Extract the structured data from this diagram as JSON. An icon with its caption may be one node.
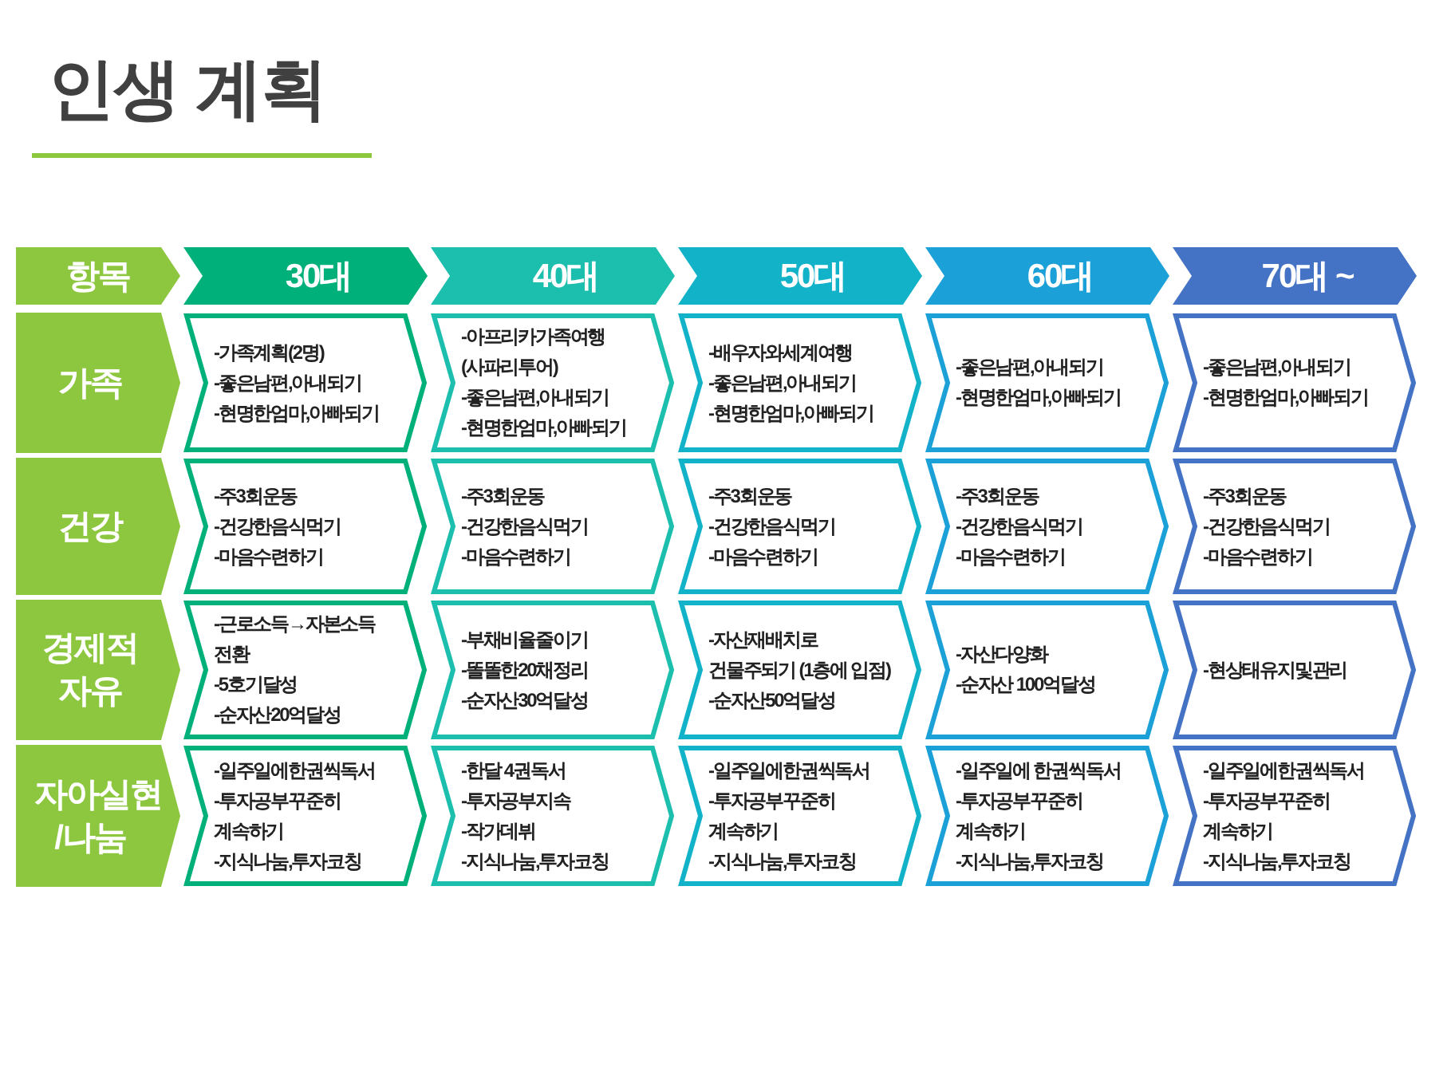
{
  "diagram": {
    "title": "인생 계획",
    "nodes": [
      {
        "text": [
          "항목"
        ]
      },
      {
        "text": [
          "30대"
        ]
      },
      {
        "text": [
          "40대"
        ]
      },
      {
        "text": [
          "50대"
        ]
      },
      {
        "text": [
          "60대"
        ]
      },
      {
        "text": [
          "70대 ~"
        ]
      },
      {
        "text": [
          "가족"
        ]
      },
      {
        "text": [
          "-가족계획(2명)",
          "-좋은남편,아내되기",
          "-현명한엄마,아빠되기"
        ]
      },
      {
        "text": [
          "-아프리카가족여행 (사파리투어)",
          "-좋은남편,아내되기",
          "-현명한엄마,아빠되기"
        ]
      },
      {
        "text": [
          "-배우자와세계여행",
          "-좋은남편,아내되기",
          "-현명한엄마,아빠되기"
        ]
      },
      {
        "text": [
          "-좋은남편,아내되기",
          "-현명한엄마,아빠되기"
        ]
      },
      {
        "text": [
          "-좋은남편,아내되기",
          "-현명한엄마,아빠되기"
        ]
      },
      {
        "text": [
          "건강"
        ]
      },
      {
        "text": [
          "-주3회운동",
          "-건강한음식먹기",
          "-마음수련하기"
        ]
      },
      {
        "text": [
          "-주3회운동",
          "-건강한음식먹기",
          "-마음수련하기"
        ]
      },
      {
        "text": [
          "-주3회운동",
          "-건강한음식먹기",
          "-마음수련하기"
        ]
      },
      {
        "text": [
          "-주3회운동",
          "-건강한음식먹기",
          "-마음수련하기"
        ]
      },
      {
        "text": [
          "-주3회운동",
          "-건강한음식먹기",
          "-마음수련하기"
        ]
      },
      {
        "text": [
          "경제적 자유"
        ]
      },
      {
        "text": [
          "-근로소득→자본소득 전환",
          "-5호기달성",
          "-순자산20억달성"
        ]
      },
      {
        "text": [
          "-부채비율줄이기",
          "-똘똘한20채정리",
          "-순자산30억달성"
        ]
      },
      {
        "text": [
          "-자산재배치로 건물주되기 (1층에 입점)",
          "-순자산50억달성"
        ]
      },
      {
        "text": [
          "-자산다양화",
          "-순자산 100억달성"
        ]
      },
      {
        "text": [
          "-현상태유지및관리"
        ]
      },
      {
        "text": [
          "자아실현 /나눔"
        ]
      },
      {
        "text": [
          "-일주일에한권씩독서",
          "-투자공부꾸준히 계속하기",
          "-지식나눔,투자코칭"
        ]
      },
      {
        "text": [
          "-한달 4권독서",
          "-투자공부지속",
          "-작가데뷔",
          "-지식나눔,투자코칭"
        ]
      },
      {
        "text": [
          "-일주일에한권씩독서",
          "-투자공부꾸준히 계속하기",
          "-지식나눔,투자코칭"
        ]
      },
      {
        "text": [
          "-일주일에 한권씩독서",
          "-투자공부꾸준히 계속하기",
          "-지식나눔,투자코칭"
        ]
      },
      {
        "text": [
          "-일주일에한권씩독서",
          "-투자공부꾸준히 계속하기",
          "-지식나눔,투자코칭"
        ]
      }
    ]
  }
}
